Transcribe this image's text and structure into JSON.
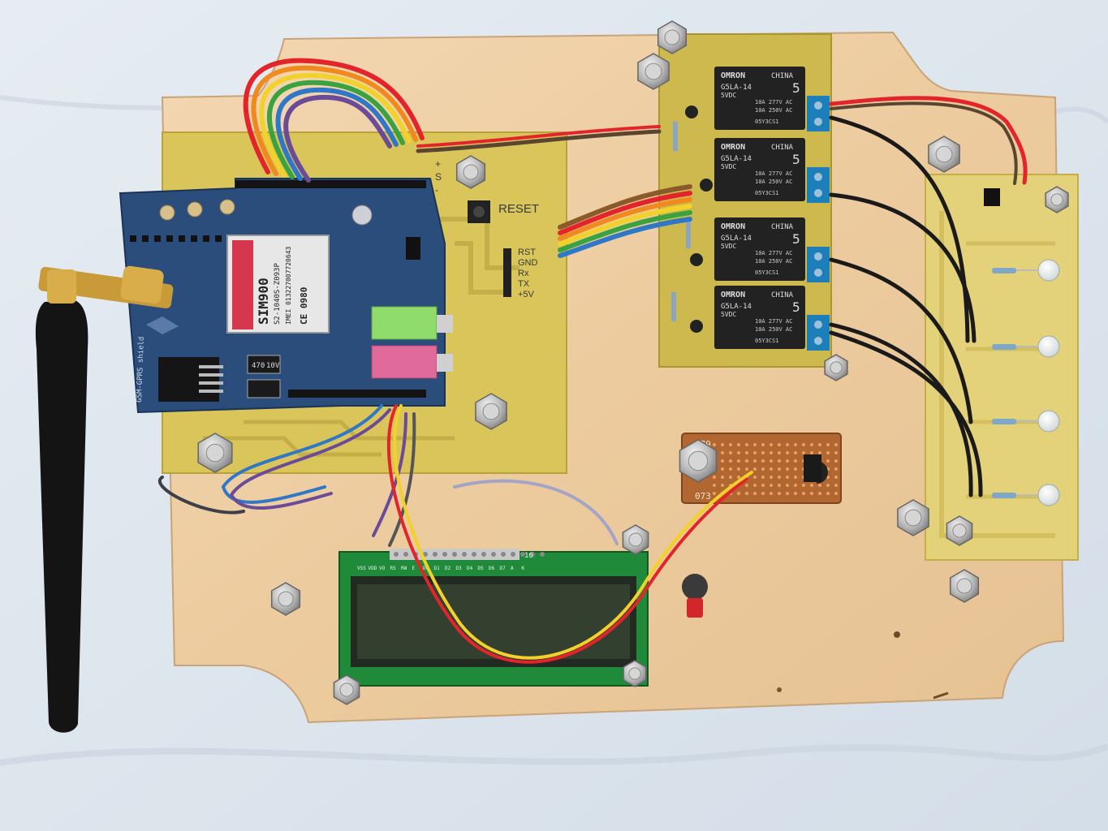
{
  "colors": {
    "cloth": "#dde6ee",
    "wood": "#efd0a6",
    "pcb_yellow": "#d9c55a",
    "shield_blue": "#2a4d7c",
    "relay_black": "#222222",
    "lcd_green": "#1f8a3a",
    "terminal_blue": "#1d7fb9",
    "audio_green": "#8fdc6c",
    "audio_pink": "#e06a9a",
    "button_red": "#d3262a"
  },
  "icons": [
    "antenna-icon",
    "led-icon",
    "nut-icon",
    "push-button-icon"
  ],
  "board": {
    "reset_label": "RESET",
    "header_labels": [
      "RST",
      "GND",
      "Rx",
      "TX",
      "+5V"
    ],
    "power_labels": [
      "+",
      "S",
      "-"
    ]
  },
  "gsm_shield": {
    "module_name": "SIM900",
    "module_code": "S2-1040S-Z093P",
    "imei_text": "IMEI 013227007720643",
    "cap_labels": [
      "470",
      "10V"
    ],
    "shield_text": "GSM-GPRS shield",
    "ce_mark": "CE 0980"
  },
  "relays": {
    "count": 4,
    "brand": "OMRON",
    "origin": "CHINA",
    "model": "G5LA-14",
    "voltage": "5VDC",
    "ratings": [
      "10A 277V AC",
      "10A 250V AC"
    ],
    "pin_label": "5",
    "batch": "05Y3CS1"
  },
  "sensor_board": {
    "labels": [
      "079",
      "073"
    ]
  },
  "lcd": {
    "pin_number": "16",
    "pin_labels": [
      "VSS",
      "VDD",
      "VO",
      "RS",
      "RW",
      "E",
      "D0",
      "D1",
      "D2",
      "D3",
      "D4",
      "D5",
      "D6",
      "D7",
      "A",
      "K"
    ]
  },
  "leds": {
    "count": 4
  }
}
